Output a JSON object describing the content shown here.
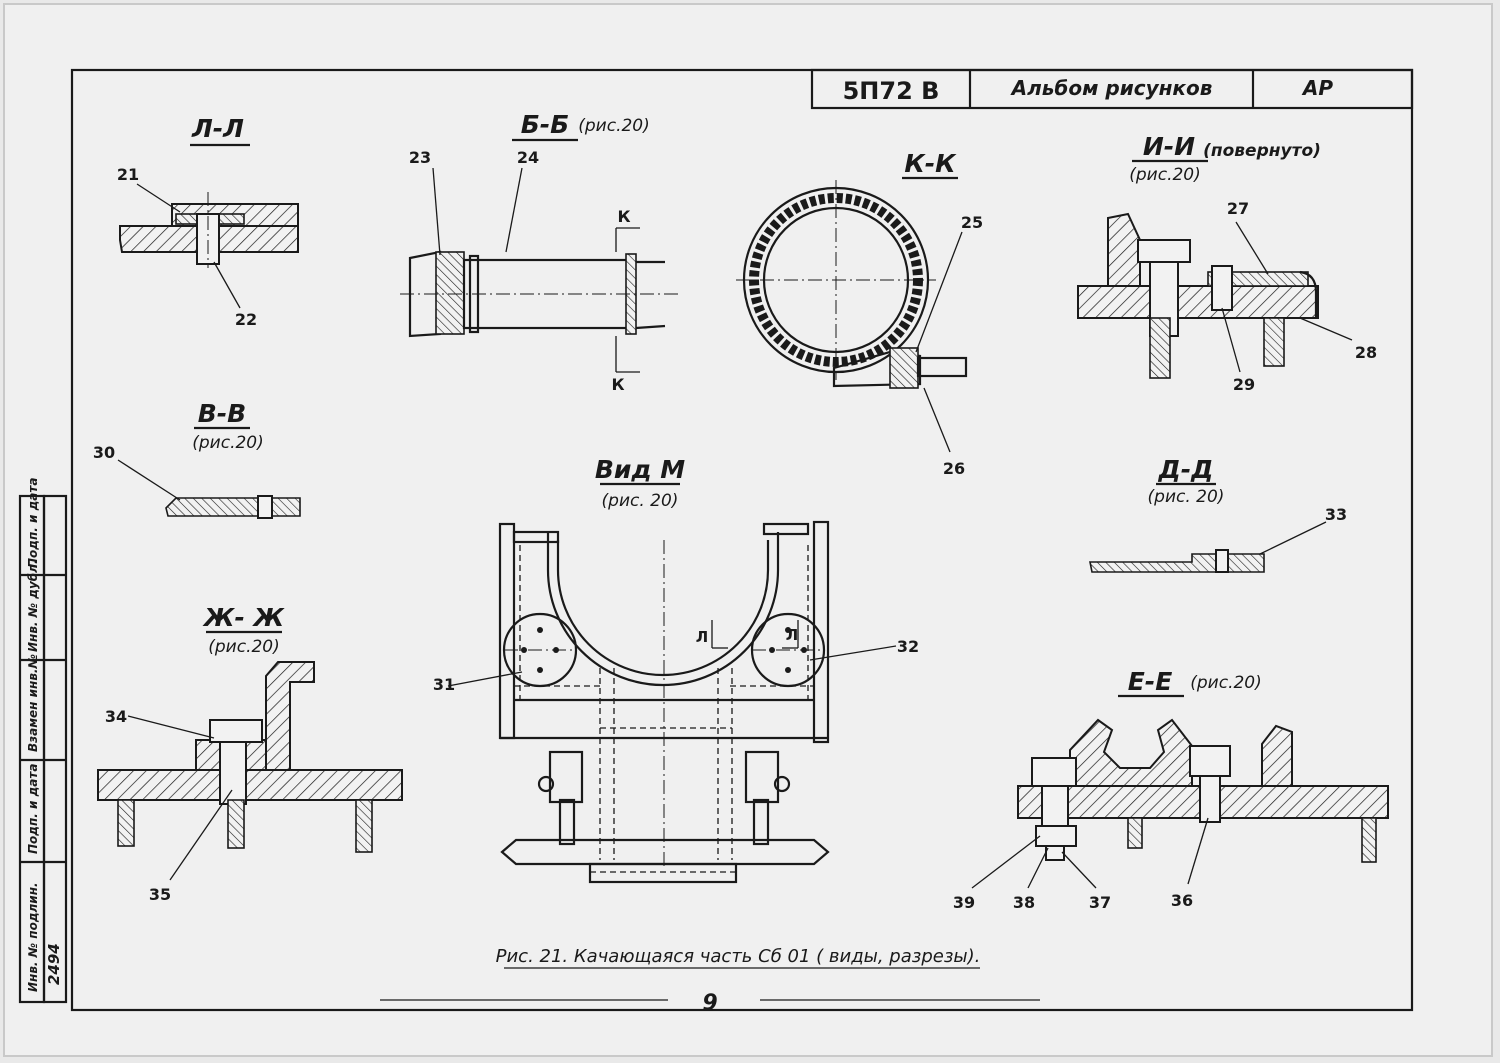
{
  "title_block": {
    "code": "5П72 В",
    "album": "Альбом рисунков",
    "mark": "АР"
  },
  "side_stamp": {
    "cells": [
      "Подп. и дата",
      "Инв. № дубл.",
      "Взамен инв.№",
      "Подп. и дата",
      "Инв. № подлин."
    ],
    "inventory_number": "2494"
  },
  "views": {
    "ll": {
      "label": "Л-Л",
      "callouts": [
        "21",
        "22"
      ]
    },
    "bb": {
      "label": "Б-Б",
      "ref": "(рис.20)",
      "callouts": [
        "23",
        "24"
      ],
      "cut_marks": [
        "К",
        "К"
      ]
    },
    "kk": {
      "label": "К-К",
      "callouts": [
        "25",
        "26"
      ]
    },
    "ii": {
      "label": "И-И",
      "note": "(повернуто)",
      "ref": "(рис.20)",
      "callouts": [
        "27",
        "28",
        "29"
      ]
    },
    "vv": {
      "label": "В-В",
      "ref": "(рис.20)",
      "callouts": [
        "30"
      ]
    },
    "vidm": {
      "label": "Вид М",
      "ref": "(рис. 20)",
      "callouts": [
        "31",
        "32"
      ],
      "section_marks": [
        "Л",
        "Л"
      ]
    },
    "dd": {
      "label": "Д-Д",
      "ref": "(рис. 20)",
      "callouts": [
        "33"
      ]
    },
    "zhzh": {
      "label": "Ж- Ж",
      "ref": "(рис.20)",
      "callouts": [
        "34",
        "35"
      ]
    },
    "ee": {
      "label": "Е-Е",
      "ref": "(рис.20)",
      "callouts": [
        "39",
        "38",
        "37",
        "36"
      ]
    }
  },
  "caption": "Рис. 21. Качающаяся часть Сб 01 ( виды, разрезы).",
  "page_number": "9"
}
